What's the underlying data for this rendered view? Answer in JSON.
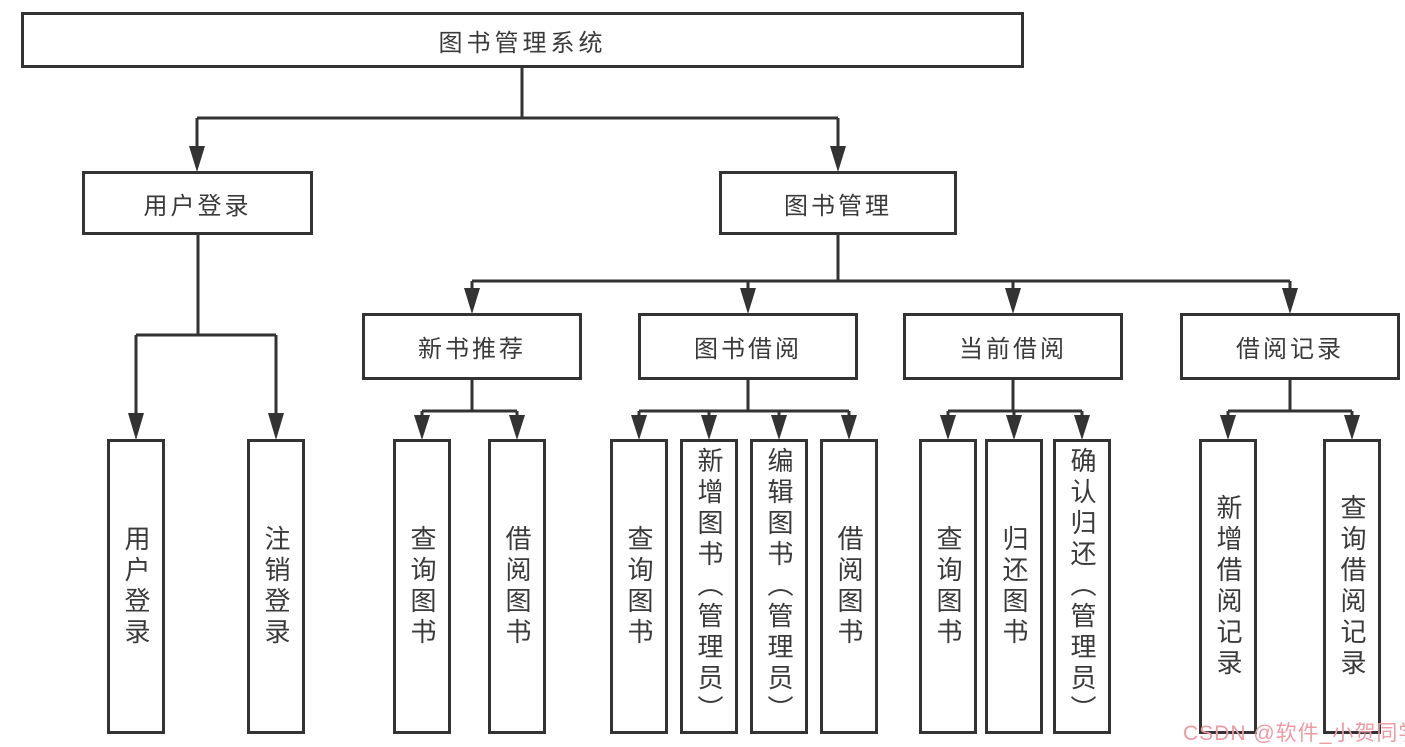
{
  "diagram_title": "图书管理系统",
  "watermark": {
    "text": "CSDN @软件_小贺同学"
  },
  "colors": {
    "line": "#333333",
    "box_border": "#333333",
    "box_fill": "#ffffff",
    "text": "#3a3a3a",
    "watermark": "#ef9aa5",
    "background": "#ffffff"
  },
  "tree": {
    "label": "图书管理系统",
    "children": [
      {
        "label": "用户登录",
        "children": [
          {
            "label": "用户登录"
          },
          {
            "label": "注销登录"
          }
        ]
      },
      {
        "label": "图书管理",
        "children": [
          {
            "label": "新书推荐",
            "children": [
              {
                "label": "查询图书"
              },
              {
                "label": "借阅图书"
              }
            ]
          },
          {
            "label": "图书借阅",
            "children": [
              {
                "label": "查询图书"
              },
              {
                "label": "新增图书（管理员）"
              },
              {
                "label": "编辑图书（管理员）"
              },
              {
                "label": "借阅图书"
              }
            ]
          },
          {
            "label": "当前借阅",
            "children": [
              {
                "label": "查询图书"
              },
              {
                "label": "归还图书"
              },
              {
                "label": "确认归还（管理员）"
              }
            ]
          },
          {
            "label": "借阅记录",
            "children": [
              {
                "label": "新增借阅记录"
              },
              {
                "label": "查询借阅记录"
              }
            ]
          }
        ]
      }
    ]
  }
}
